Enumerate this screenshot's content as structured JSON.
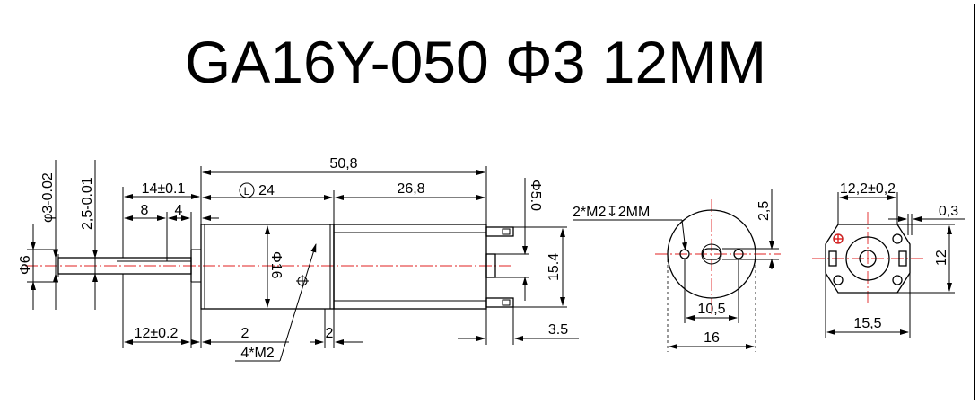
{
  "title": "GA16Y-050 Φ3 12MM",
  "colors": {
    "line": "#000000",
    "centerline": "#e02020",
    "background": "#ffffff"
  },
  "side_view": {
    "overall_length": "50,8",
    "gearbox_length": "24",
    "gearbox_length_symbol": "L",
    "motor_length": "26,8",
    "shaft_flat_diameter": "φ3-0.02",
    "shaft_flat_depth": "2,5-0.01",
    "shaft_length": "14±0.1",
    "shaft_segment_a": "8",
    "shaft_segment_b": "4",
    "shaft_base_diameter": "Φ6",
    "body_diameter": "Φ16",
    "shaft_front_length": "12±0.2",
    "front_plate_offset": "2",
    "mid_plate_thickness": "2",
    "mounting_holes": "4*M2",
    "bearing_diameter": "Φ5.0",
    "terminal_span": "15.4",
    "terminal_length": "3.5"
  },
  "front_view": {
    "holes": "2*M2↧2MM",
    "hole_offset": "2,5",
    "hole_spacing": "10,5",
    "diameter": "16"
  },
  "rear_view": {
    "width_top": "12,2±0,2",
    "edge_offset": "0,3",
    "height": "12",
    "width": "15,5"
  }
}
